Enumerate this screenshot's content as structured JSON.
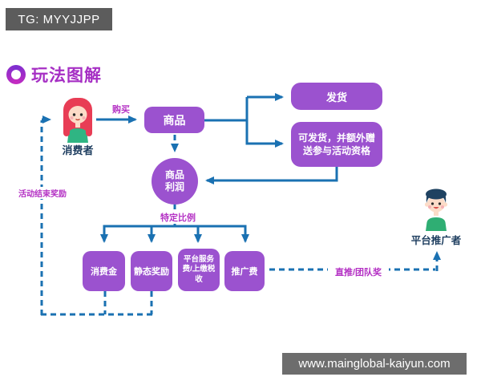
{
  "banners": {
    "tg": "TG: MYYJJPP",
    "site": "www.mainglobal-kaiyun.com"
  },
  "header": {
    "title": "玩法图解"
  },
  "actors": {
    "consumer": "消费者",
    "promoter": "平台推广者"
  },
  "nodes": {
    "product": "商品",
    "ship": "发货",
    "ship_bonus": "可发货，并额外赠送参与活动资格",
    "profit": "商品利润",
    "consumption_fund": "消费金",
    "static_reward": "静态奖励",
    "platform_fee": "平台服务费/上缴税收",
    "promotion_fee": "推广费"
  },
  "edge_labels": {
    "buy": "购买",
    "specific_ratio": "特定比例",
    "activity_end_reward": "活动结束奖励",
    "direct_team_reward": "直推/团队奖"
  },
  "icons": {
    "title_ring": "ring-icon",
    "consumer_avatar": "woman-avatar-icon",
    "promoter_avatar": "boy-avatar-icon"
  },
  "colors": {
    "node_purple": "#9b52cf",
    "line_blue": "#1a71b2",
    "label_magenta": "#b431c4",
    "title_magenta": "#a62fc4",
    "actor_navy": "#1c3c5e",
    "banner_gray": "#5c5c5c"
  }
}
